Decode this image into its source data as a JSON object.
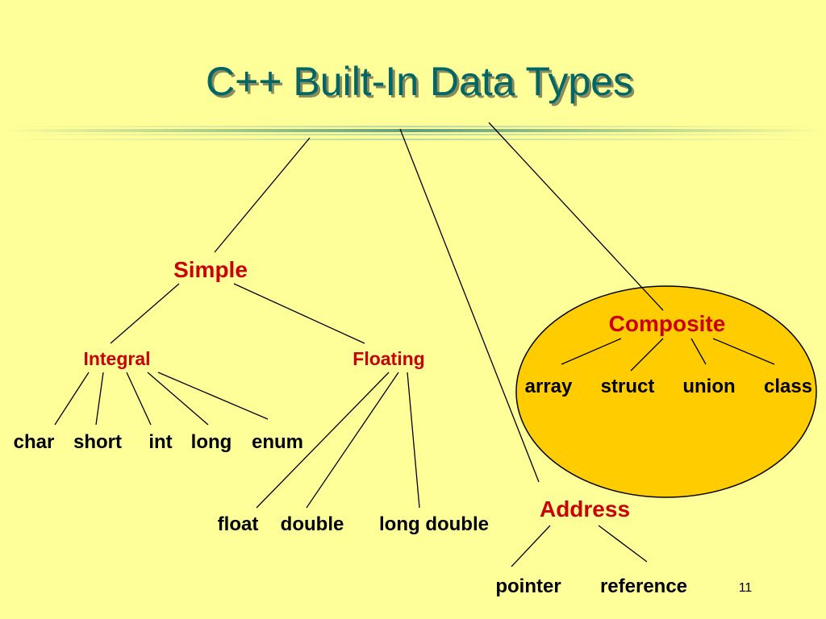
{
  "slide": {
    "title": "C++  Built-In Data Types",
    "page_number": "11",
    "colors": {
      "background": "#ffff99",
      "title": "#006666",
      "category": "#cc0000",
      "leaf": "#000000",
      "composite_fill": "#ffcc00"
    }
  },
  "tree": {
    "simple": {
      "label": "Simple",
      "integral": {
        "label": "Integral",
        "items": [
          "char",
          "short",
          "int",
          "long",
          "enum"
        ]
      },
      "floating": {
        "label": "Floating",
        "items": [
          "float",
          "double",
          "long double"
        ]
      }
    },
    "composite": {
      "label": "Composite",
      "items": [
        "array",
        "struct",
        "union",
        "class"
      ]
    },
    "address": {
      "label": "Address",
      "items": [
        "pointer",
        "reference"
      ]
    }
  }
}
